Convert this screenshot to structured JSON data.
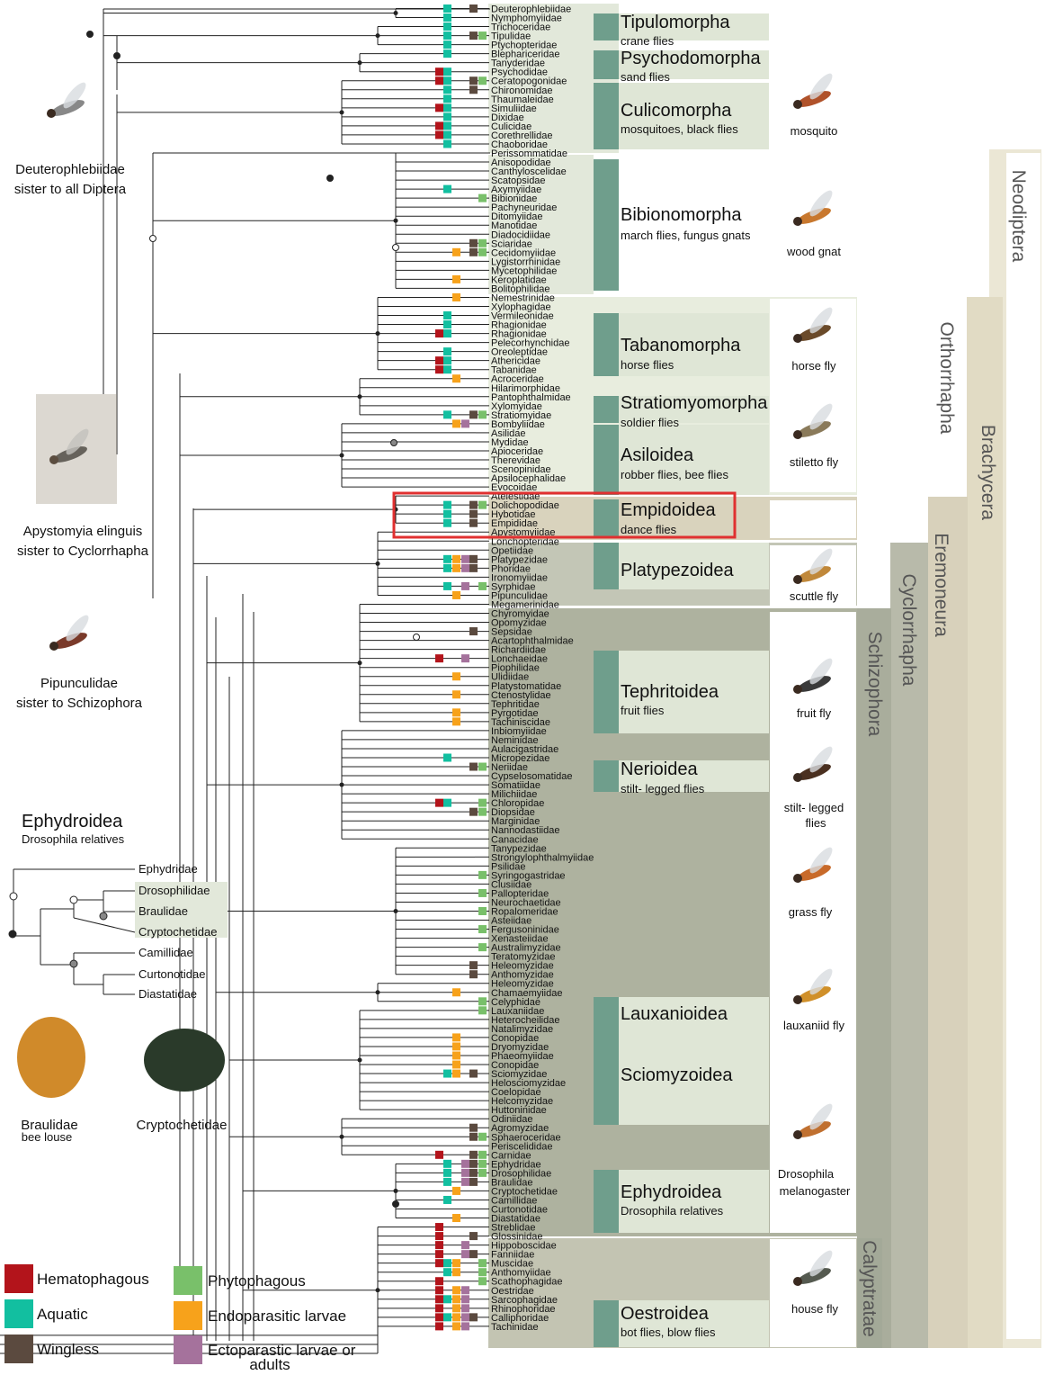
{
  "families": [
    "Deuterophlebiidae",
    "Nymphomyiidae",
    "Trichoceridae",
    "Tipulidae",
    "Ptychopteridae",
    "Blephariceridae",
    "Tanyderidae",
    "Psychodidae",
    "Ceratopogonidae",
    "Chironomidae",
    "Thaumaleidae",
    "Simuliidae",
    "Dixidae",
    "Culicidae",
    "Corethrellidae",
    "Chaoboridae",
    "Perissommatidae",
    "Anisopodidae",
    "Canthyloscelidae",
    "Scatopsidae",
    "Axymyiidae",
    "Bibionidae",
    "Pachyneuridae",
    "Ditomyiidae",
    "Manotidae",
    "Diadocidiidae",
    "Sciaridae",
    "Cecidomyiidae",
    "Lygistorrhinidae",
    "Mycetophilidae",
    "Keroplatidae",
    "Bolitophilidae",
    "Nemestrinidae",
    "Xylophagidae",
    "Vermileonidae",
    "Rhagionidae",
    "Rhagionidae",
    "Pelecorhynchidae",
    "Oreoleptidae",
    "Athericidae",
    "Tabanidae",
    "Acroceridae",
    "Hilarimorphidae",
    "Pantophthalmidae",
    "Xylomyidae",
    "Stratiomyidae",
    "Bombyliidae",
    "Asilidae",
    "Mydidae",
    "Apioceridae",
    "Therevidae",
    "Scenopinidae",
    "Apsilocephalidae",
    "Evocoidae",
    "Atelestidae",
    "Dolichopodidae",
    "Hybotidae",
    "Empididae",
    "Apystomyiidae",
    "Lonchopteridae",
    "Opetiidae",
    "Platypezidae",
    "Phoridae",
    "Ironomyiidae",
    "Syrphidae",
    "Pipunculidae",
    "Megamerinidae",
    "Chyromyidae",
    "Opomyzidae",
    "Sepsidae",
    "Acartophthalmidae",
    "Richardiidae",
    "Lonchaeidae",
    "Piophilidae",
    "Ulidiidae",
    "Platystomatidae",
    "Ctenostylidae",
    "Tephritidae",
    "Pyrgotidae",
    "Tachiniscidae",
    "Inbiomyiidae",
    "Neminidae",
    "Aulacigastridae",
    "Micropezidae",
    "Neriidae",
    "Cypselosomatidae",
    "Somatiidae",
    "Milichiidae",
    "Chloropidae",
    "Diopsidae",
    "Marginidae",
    "Nannodastiidae",
    "Canacidae",
    "Tanypezidae",
    "Strongylophthalmyiidae",
    "Psilidae",
    "Syringogastridae",
    "Clusiidae",
    "Pallopteridae",
    "Neurochaetidae",
    "Ropalomeridae",
    "Asteiidae",
    "Fergusoninidae",
    "Xenasteiidae",
    "Australimyzidae",
    "Teratomyzidae",
    "Heleomyzidae",
    "Anthomyzidae",
    "Heleomyzidae",
    "Chamaemyiidae",
    "Celyphidae",
    "Lauxaniidae",
    "Heterocheilidae",
    "Natalimyzidae",
    "Conopidae",
    "Dryomyzidae",
    "Phaeomyiidae",
    "Conopidae",
    "Sciomyzidae",
    "Helosciomyzidae",
    "Coelopidae",
    "Helcomyzidae",
    "Huttoninidae",
    "Odiniidae",
    "Agromyzidae",
    "Sphaeroceridae",
    "Periscelididae",
    "Carnidae",
    "Ephydridae",
    "Drosophilidae",
    "Braulidae",
    "Cryptochetidae",
    "Camillidae",
    "Curtonotidae",
    "Diastatidae",
    "Streblidae",
    "Glossinidae",
    "Hippoboscidae",
    "Fanniidae",
    "Muscidae",
    "Anthomyiidae",
    "Scathophagidae",
    "Oestridae",
    "Sarcophagidae",
    "Rhinophoridae",
    "Calliphoridae",
    "Tachinidae"
  ],
  "groups": [
    {
      "name": "Tipulomorpha",
      "common": "crane flies"
    },
    {
      "name": "Psychodomorpha",
      "common": "sand flies"
    },
    {
      "name": "Culicomorpha",
      "common": "mosquitoes, black flies"
    },
    {
      "name": "Bibionomorpha",
      "common": "march flies, fungus gnats"
    },
    {
      "name": "Tabanomorpha",
      "common": "horse flies"
    },
    {
      "name": "Stratiomyomorpha",
      "common": "soldier flies"
    },
    {
      "name": "Asiloidea",
      "common": "robber flies, bee flies"
    },
    {
      "name": "Empidoidea",
      "common": "dance flies"
    },
    {
      "name": "Platypezoidea",
      "common": ""
    },
    {
      "name": "Tephritoidea",
      "common": "fruit flies"
    },
    {
      "name": "Nerioidea",
      "common": "stilt- legged flies"
    },
    {
      "name": "Lauxanioidea",
      "common": ""
    },
    {
      "name": "Sciomyzoidea",
      "common": ""
    },
    {
      "name": "Ephydroidea",
      "common": "Drosophila relatives"
    },
    {
      "name": "Oestroidea",
      "common": "bot flies, blow flies"
    }
  ],
  "clades": [
    "Neodiptera",
    "Orthorrhapha",
    "Brachycera",
    "Eremoneura",
    "Cyclorrhapha",
    "Schizophora",
    "Calyptratae"
  ],
  "photos": [
    "mosquito",
    "wood gnat",
    "horse fly",
    "stiletto fly",
    "scuttle fly",
    "fruit fly",
    "stilt- legged",
    "flies",
    "grass fly",
    "lauxaniid fly",
    "Drosophila",
    "melanogaster",
    "house fly"
  ],
  "left_captions": {
    "deutero": [
      "Deuterophlebiidae",
      "sister to all Diptera"
    ],
    "apysto": [
      "Apystomyia elinguis",
      "sister to Cyclorrhapha"
    ],
    "pipun": [
      "Pipunculidae",
      "sister to Schizophora"
    ],
    "braulidae": [
      "Braulidae",
      "bee louse"
    ],
    "crypto": "Cryptochetidae"
  },
  "inset": {
    "title": "Ephydroidea",
    "subtitle": "Drosophila relatives",
    "taxa": [
      "Ephydridae",
      "Drosophilidae",
      "Braulidae",
      "Cryptochetidae",
      "Camillidae",
      "Curtonotidae",
      "Diastatidae"
    ]
  },
  "legend": [
    {
      "label": "Hematophagous",
      "color": "#b3141b"
    },
    {
      "label": "Aquatic",
      "color": "#12bfa0"
    },
    {
      "label": "Wingless",
      "color": "#5b4a3f"
    },
    {
      "label": "Phytophagous",
      "color": "#79c06a"
    },
    {
      "label": "Endoparasitic larvae",
      "color": "#f7a21b"
    },
    {
      "label": "Ectoparastic larvae or",
      "color": "#a5729c"
    },
    {
      "label": "adults",
      "color": ""
    }
  ],
  "highlight": {
    "label": "Empidoidea",
    "color": "#e03030"
  }
}
